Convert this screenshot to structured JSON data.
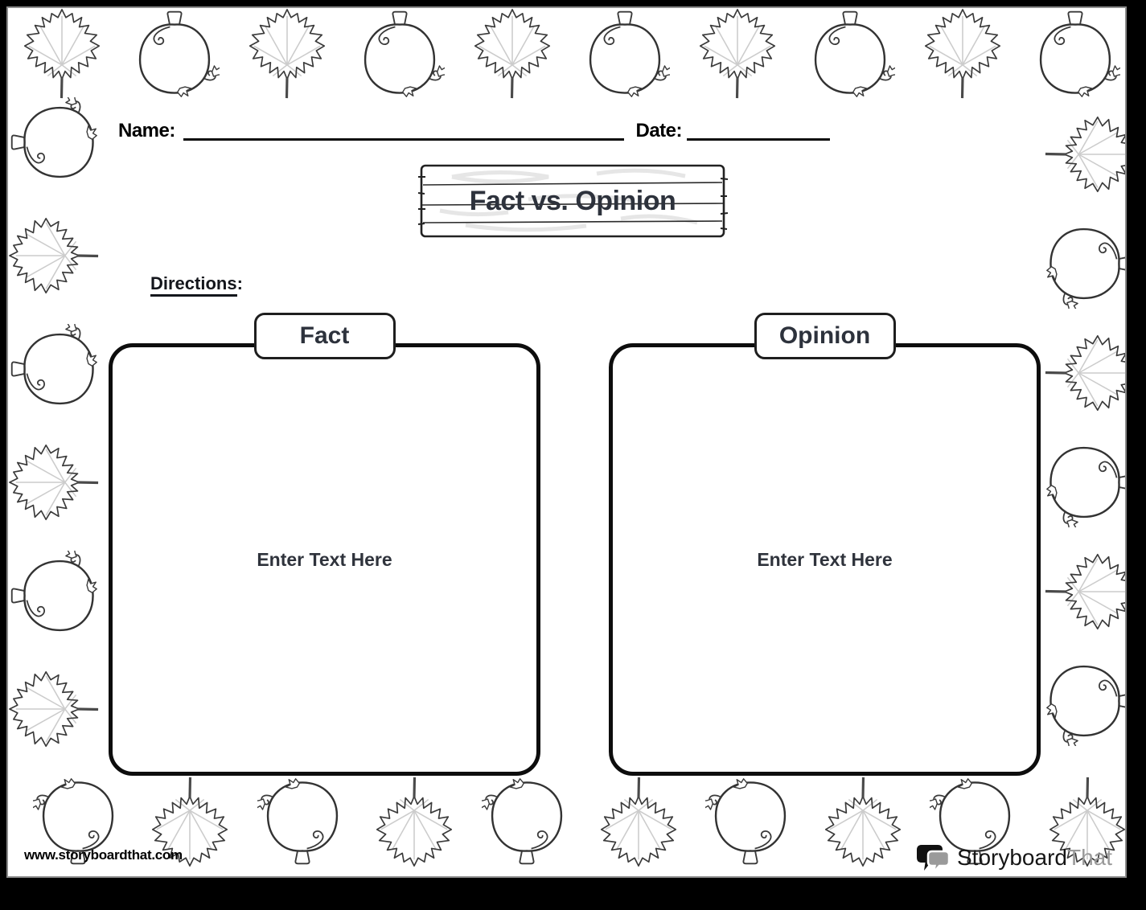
{
  "header": {
    "name_label": "Name:",
    "date_label": "Date:",
    "title": "Fact vs. Opinion"
  },
  "directions": {
    "label": "Directions",
    "colon": ":"
  },
  "panels": [
    {
      "tab_label": "Fact",
      "placeholder": "Enter Text Here"
    },
    {
      "tab_label": "Opinion",
      "placeholder": "Enter Text Here"
    }
  ],
  "footer": {
    "url": "www.storyboardthat.com",
    "brand_primary": "Storyboard",
    "brand_secondary": "That"
  },
  "colors": {
    "ink": "#2d323c",
    "frame_black": "#000000",
    "inner_border": "#8c8c8c",
    "logo_gray": "#9a9a9a",
    "line_art": "#3a3a3a",
    "leaf_vein": "#cccccc",
    "wood_grain": "#e6e6e6"
  },
  "icons": {
    "border": [
      "maple-leaf-icon",
      "pumpkin-icon"
    ],
    "logo": "speech-bubbles-icon",
    "sign": "wood-sign-graphic"
  },
  "border_decorations": {
    "top": [
      "maple-leaf",
      "pumpkin",
      "maple-leaf",
      "pumpkin",
      "maple-leaf",
      "pumpkin",
      "maple-leaf",
      "pumpkin",
      "maple-leaf",
      "pumpkin"
    ],
    "right": [
      "maple-leaf",
      "pumpkin",
      "maple-leaf",
      "pumpkin",
      "maple-leaf",
      "pumpkin"
    ],
    "bottom": [
      "pumpkin",
      "maple-leaf",
      "pumpkin",
      "maple-leaf",
      "pumpkin",
      "maple-leaf",
      "pumpkin",
      "maple-leaf",
      "pumpkin",
      "maple-leaf"
    ],
    "left": [
      "pumpkin",
      "maple-leaf",
      "pumpkin",
      "maple-leaf",
      "pumpkin",
      "maple-leaf"
    ]
  }
}
